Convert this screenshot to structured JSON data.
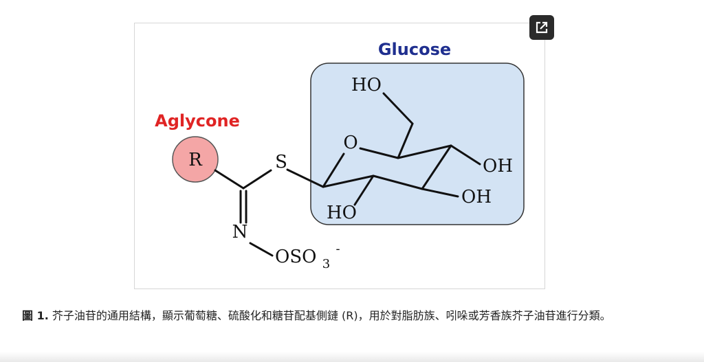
{
  "figure": {
    "labels": {
      "glucose": "Glucose",
      "aglycone": "Aglycone"
    },
    "atoms": {
      "r_group": "R",
      "sulfur": "S",
      "ring_oxygen": "O",
      "ho_top": "HO",
      "oh_right_upper": "OH",
      "oh_right_lower": "OH",
      "ho_bottom": "HO",
      "nitrogen": "N",
      "sulfate": "OSO",
      "sulfate_subscript": "3",
      "sulfate_charge": "-"
    },
    "colors": {
      "glucose_label": "#1f2f8f",
      "aglycone_label": "#e02424",
      "glucose_box_fill": "#d3e3f4",
      "glucose_box_stroke": "#333333",
      "r_circle_fill": "#f4a6a6",
      "r_circle_stroke": "#555555"
    }
  },
  "caption": {
    "label": "圖 1.",
    "text": " 芥子油苷的通用結構，顯示葡萄糖、硫酸化和糖苷配基側鏈 (R)，用於對脂肪族、吲哚或芳香族芥子油苷進行分類。"
  },
  "toolbar": {
    "expand_icon": "open-in-new-icon"
  }
}
